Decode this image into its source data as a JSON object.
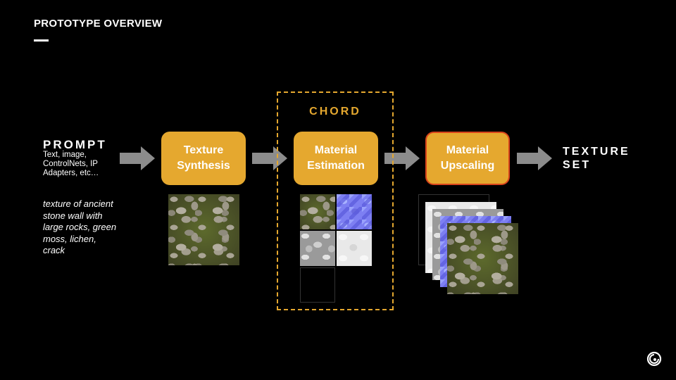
{
  "slide": {
    "title": "PROTOTYPE OVERVIEW"
  },
  "input": {
    "heading": "PROMPT",
    "subtext": "Text, image, ControlNets, IP Adapters, etc…",
    "prompt_text": "texture of ancient stone wall with large rocks, green moss, lichen, crack"
  },
  "pipeline": {
    "stage1": "Texture Synthesis",
    "group_label": "CHORD",
    "stage2": "Material Estimation",
    "stage3": "Material Upscaling"
  },
  "output": {
    "label": "TEXTURE SET"
  },
  "colors": {
    "background": "#000000",
    "stage_fill": "#e5a82f",
    "stage_outline": "#d9431b",
    "arrow": "#8c8c8c"
  },
  "icons": {
    "arrow": "right-arrow-icon",
    "logo": "ubisoft-swirl-icon"
  }
}
